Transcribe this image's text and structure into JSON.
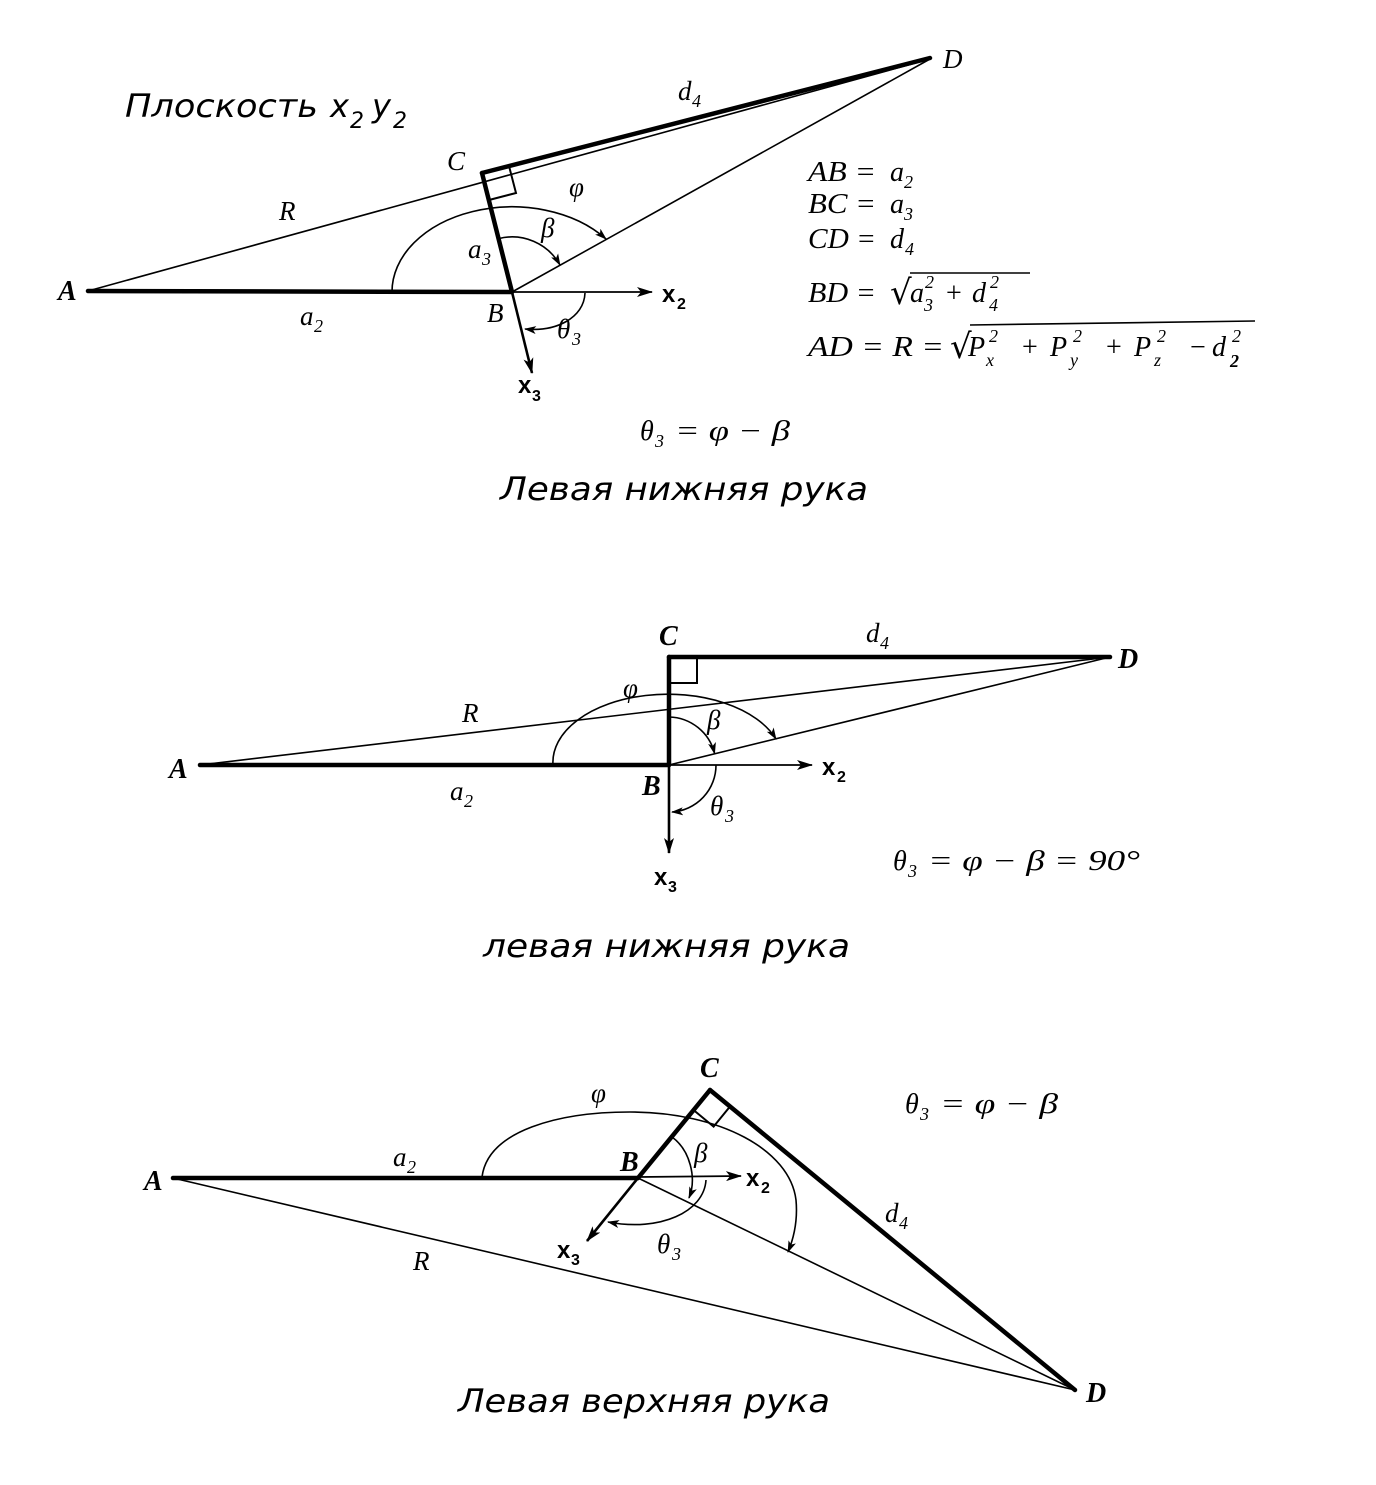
{
  "plane_title": {
    "word": "Плоскость",
    "x_base": "x",
    "x_sub": "2",
    "y_base": "y",
    "y_sub": "2"
  },
  "definitions": {
    "ab": {
      "lhs": "AB =",
      "var": "a",
      "sub": "2"
    },
    "bc": {
      "lhs": "BC =",
      "var": "a",
      "sub": "3"
    },
    "cd": {
      "lhs": "CD =",
      "var": "d",
      "sub": "4"
    },
    "bd": {
      "lhs": "BD =",
      "root": "√",
      "terms": [
        {
          "var": "a",
          "sup": "2",
          "sub": "3"
        },
        {
          "op": "+"
        },
        {
          "var": "d",
          "sup": "2",
          "sub": "4"
        }
      ]
    },
    "ad": {
      "lhs": "AD = R =",
      "root": "√",
      "terms": [
        {
          "var": "P",
          "sup": "2",
          "sub": "x"
        },
        {
          "op": "+"
        },
        {
          "var": "P",
          "sup": "2",
          "sub": "y"
        },
        {
          "op": "+"
        },
        {
          "var": "P",
          "sup": "2",
          "sub": "z"
        },
        {
          "op": "−"
        },
        {
          "var": "d",
          "sup": "2",
          "sub": "2"
        }
      ]
    }
  },
  "diagrams": [
    {
      "points": {
        "A": "A",
        "B": "B",
        "C": "C",
        "D": "D"
      },
      "segments": {
        "d4": {
          "base": "d",
          "sub": "4"
        },
        "R": "R",
        "a2": {
          "base": "a",
          "sub": "2"
        },
        "a3": {
          "base": "a",
          "sub": "3"
        }
      },
      "angles": {
        "phi": "φ",
        "beta": "β",
        "theta3": {
          "base": "θ",
          "sub": "3"
        }
      },
      "axes": {
        "x2": {
          "base": "x",
          "sub": "2"
        },
        "x3": {
          "base": "x",
          "sub": "3"
        }
      },
      "equation": {
        "base": "θ",
        "sub": "3",
        "rhs": "= φ − β"
      },
      "caption": "Левая нижняя рука"
    },
    {
      "points": {
        "A": "A",
        "B": "B",
        "C": "C",
        "D": "D"
      },
      "segments": {
        "d4": {
          "base": "d",
          "sub": "4"
        },
        "R": "R",
        "a2": {
          "base": "a",
          "sub": "2"
        }
      },
      "angles": {
        "phi": "φ",
        "beta": "β",
        "theta3": {
          "base": "θ",
          "sub": "3"
        }
      },
      "axes": {
        "x2": {
          "base": "x",
          "sub": "2"
        },
        "x3": {
          "base": "x",
          "sub": "3"
        }
      },
      "equation": {
        "base": "θ",
        "sub": "3",
        "rhs": "= φ − β = 90°"
      },
      "caption": "левая нижняя рука"
    },
    {
      "points": {
        "A": "A",
        "B": "B",
        "C": "C",
        "D": "D"
      },
      "segments": {
        "d4": {
          "base": "d",
          "sub": "4"
        },
        "R": "R",
        "a2": {
          "base": "a",
          "sub": "2"
        }
      },
      "angles": {
        "phi": "φ",
        "beta": "β",
        "theta3": {
          "base": "θ",
          "sub": "3"
        }
      },
      "axes": {
        "x2": {
          "base": "x",
          "sub": "2"
        },
        "x3": {
          "base": "x",
          "sub": "3"
        }
      },
      "equation": {
        "base": "θ",
        "sub": "3",
        "rhs": "= φ − β"
      },
      "caption": "Левая верхняя рука"
    }
  ]
}
